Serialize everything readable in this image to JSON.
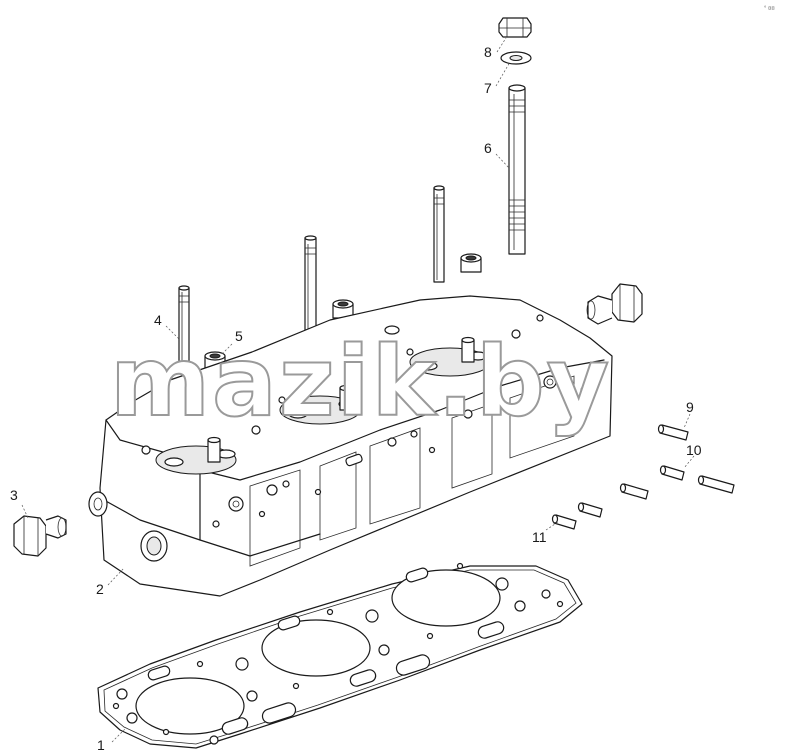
{
  "corner_mark": "° ¤¤",
  "watermark": "mazik.by",
  "callouts": {
    "c1": "1",
    "c2": "2",
    "c3": "3",
    "c4": "4",
    "c5": "5",
    "c6": "6",
    "c7": "7",
    "c8": "8",
    "c9": "9",
    "c10": "10",
    "c11": "11"
  }
}
